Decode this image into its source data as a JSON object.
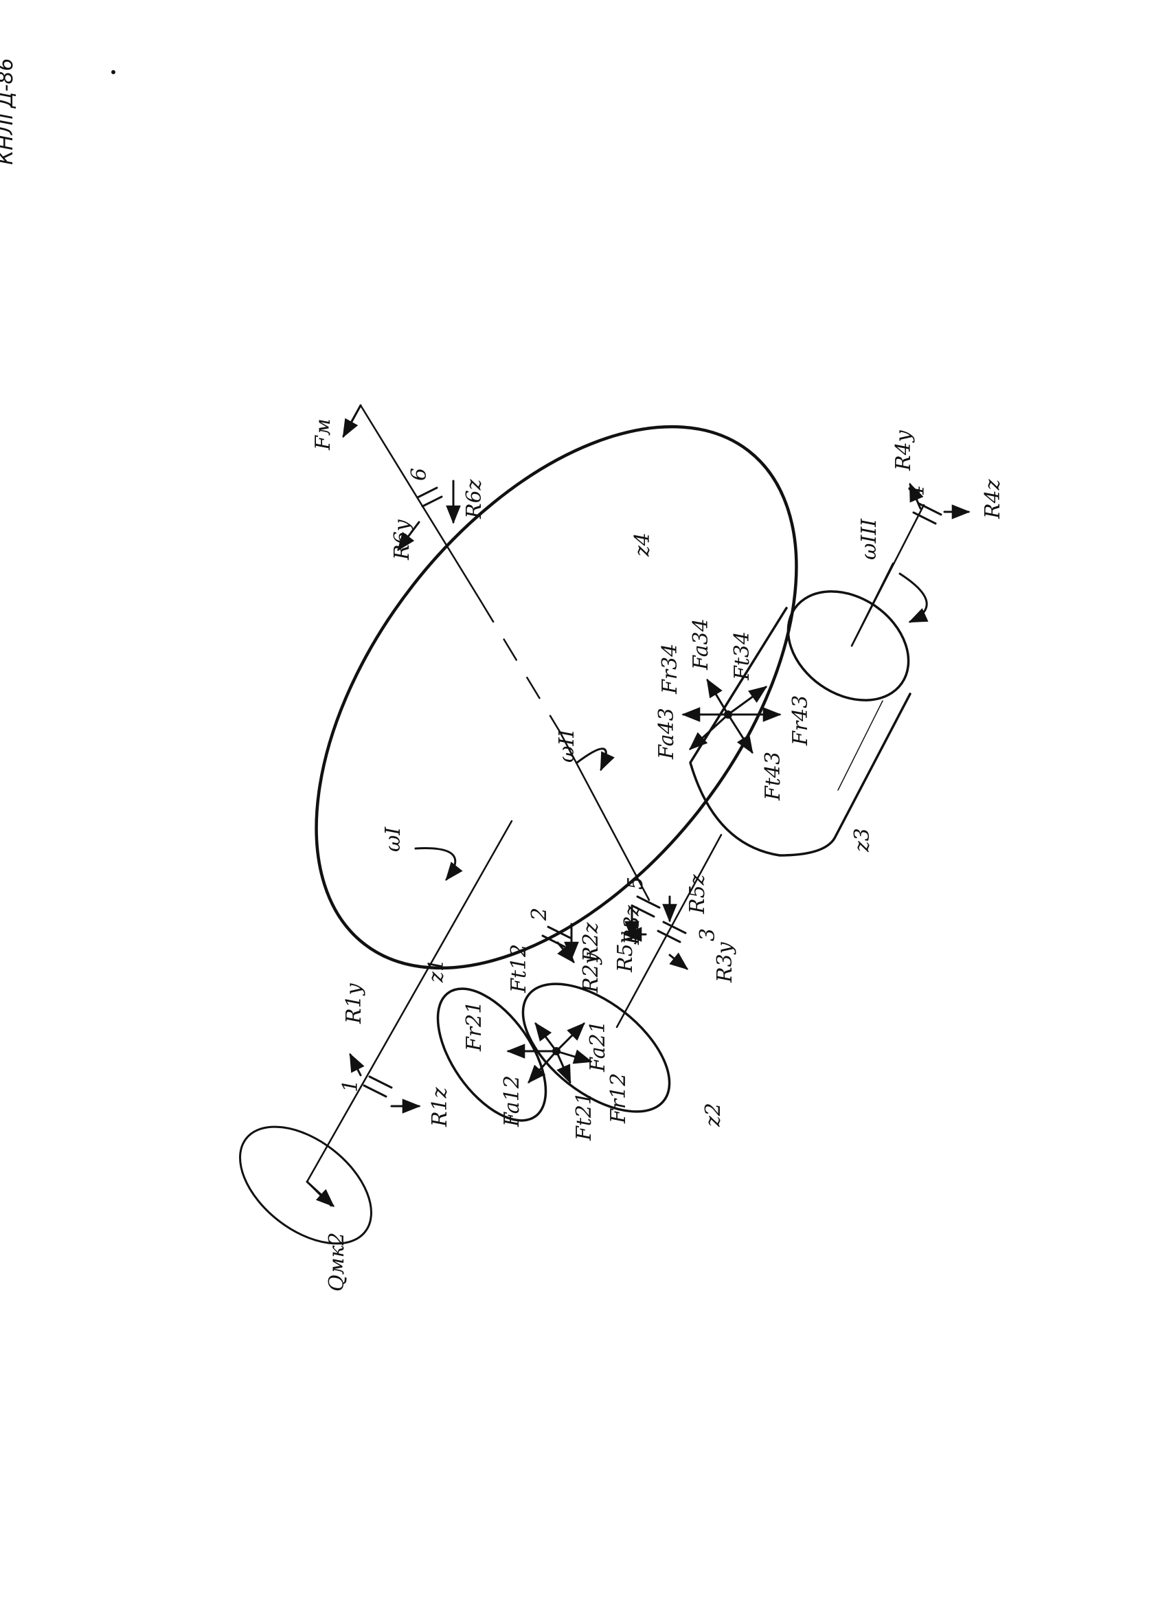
{
  "corner_note": "КНЛГД-86",
  "labels": {
    "Fm": "Fм",
    "R6y": "R6y",
    "R6z": "R6z",
    "b6": "6",
    "z4": "z4",
    "R4y": "R4y",
    "R4z": "R4z",
    "b4": "4",
    "w3": "ωIII",
    "w2": "ωII",
    "Fr34": "Fr34",
    "Fa34": "Fa34",
    "Ft34": "Ft34",
    "Fr43": "Fr43",
    "Fa43": "Fa43",
    "Ft43": "Ft43",
    "z3": "z3",
    "R5z": "R5z",
    "R5y": "R5y",
    "b5": "5",
    "R3z": "R3z",
    "b3": "3",
    "R3y": "R3y",
    "R2z": "R2z",
    "R2y": "R2y",
    "b2": "2",
    "Ft12": "Ft12",
    "z1": "z1",
    "Fr21": "Fr21",
    "Fa21": "Fa21",
    "Fa12": "Fa12",
    "Fr12": "Fr12",
    "Ft21": "Ft21",
    "z2": "z2",
    "w1": "ωI",
    "R1y": "R1y",
    "R1z": "R1z",
    "b1": "1",
    "Qm": "Qмк2"
  }
}
